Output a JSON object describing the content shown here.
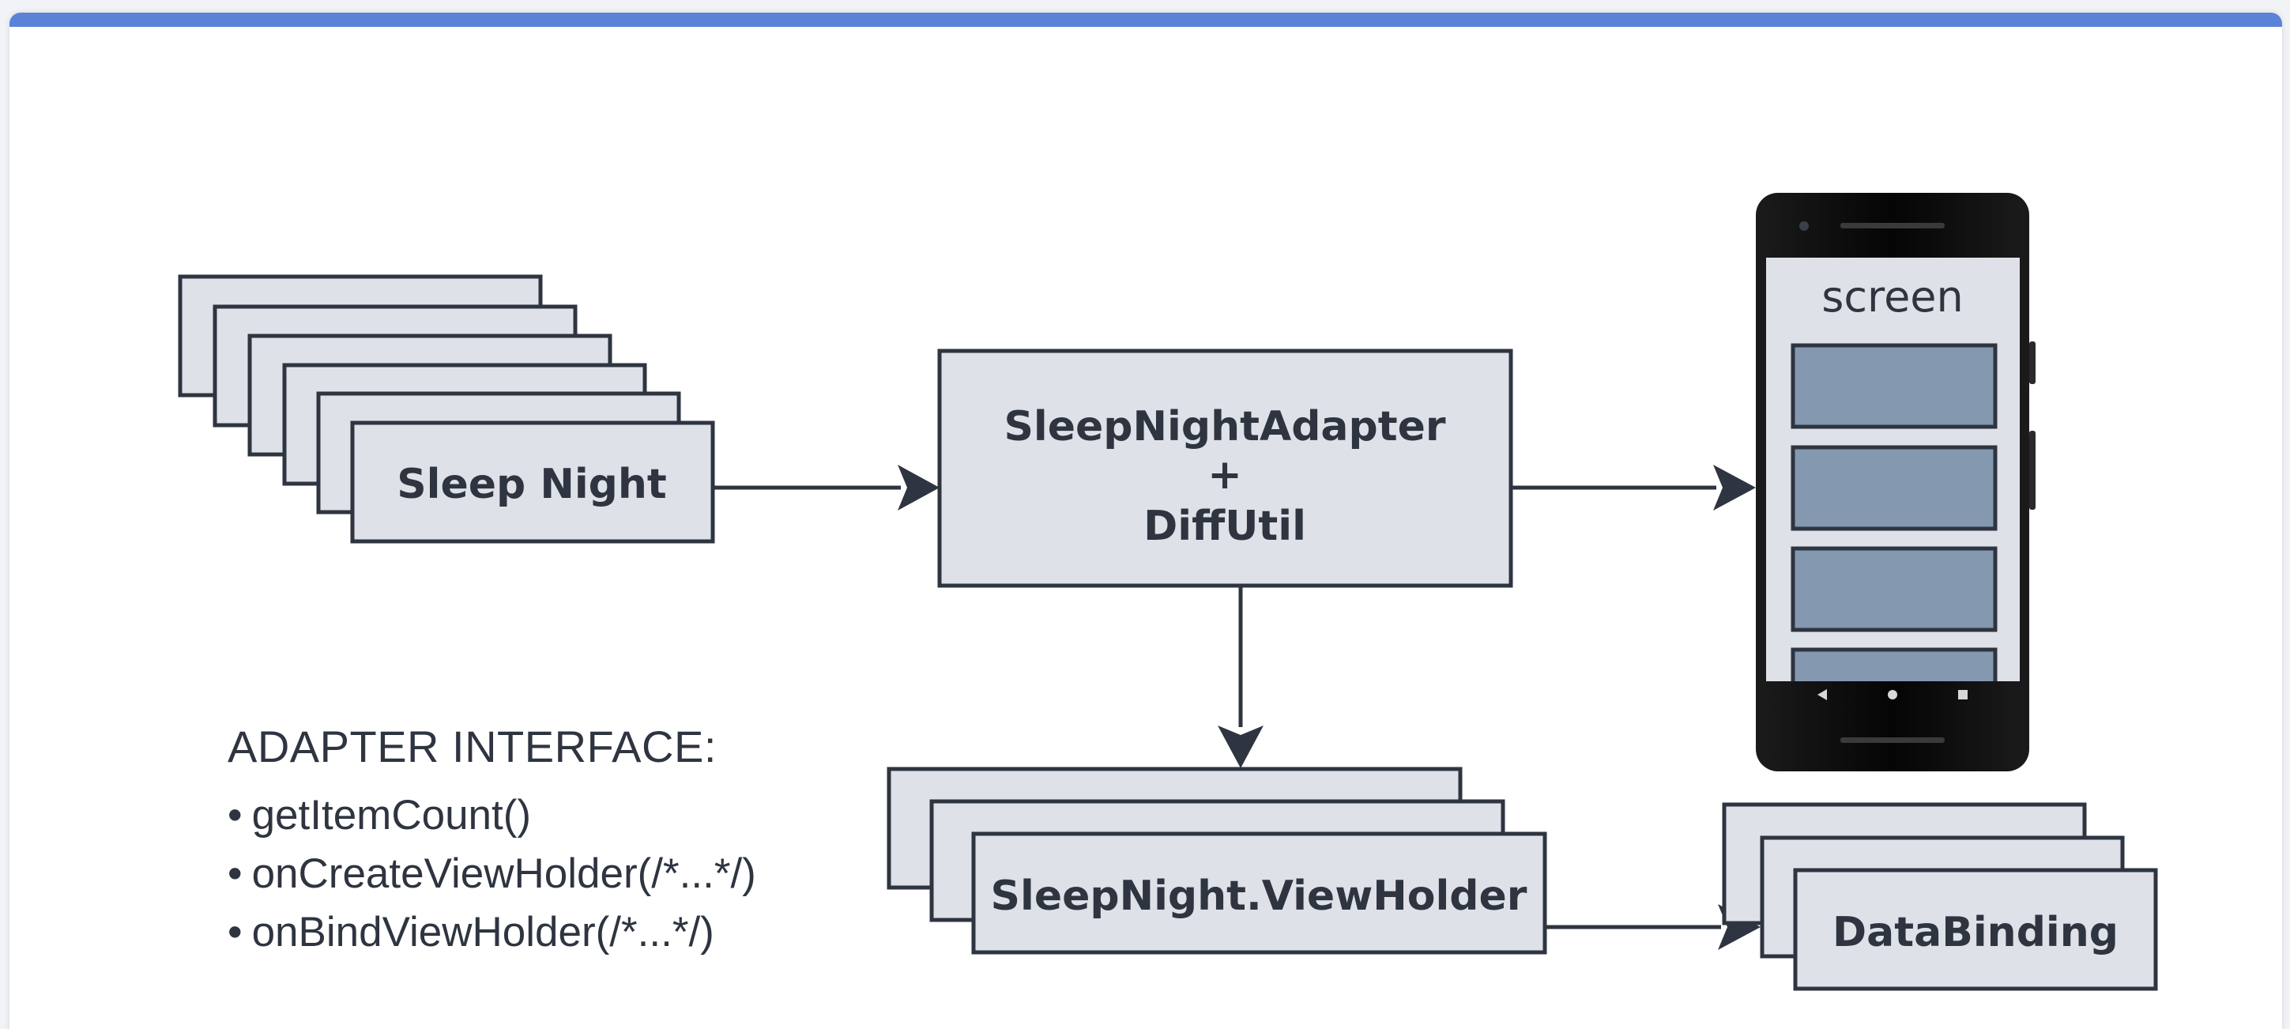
{
  "diagram": {
    "source": {
      "label": "Sleep Night"
    },
    "adapter": {
      "line1": "SleepNightAdapter",
      "line2": "+",
      "line3": "DiffUtil"
    },
    "phone": {
      "screen_label": "screen"
    },
    "viewholder": {
      "label": "SleepNight.ViewHolder"
    },
    "databinding": {
      "label": "DataBinding"
    },
    "interface": {
      "title": "ADAPTER INTERFACE:",
      "bullet": "•",
      "items": [
        "getItemCount()",
        "onCreateViewHolder(/*...*/)",
        "onBindViewHolder(/*...*/)"
      ]
    }
  },
  "colors": {
    "box_fill": "#dfe1e8",
    "stroke": "#2e3540",
    "slot_fill": "#8498b0",
    "phone_body": "#111111",
    "accent_bar": "#5b82d9"
  }
}
